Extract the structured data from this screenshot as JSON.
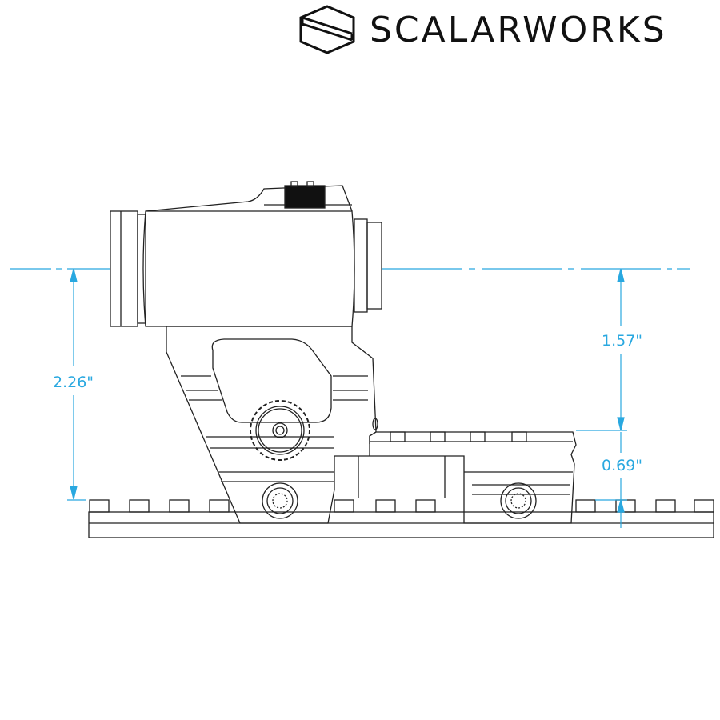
{
  "brand": {
    "name": "SCALARWORKS",
    "logo_icon": "hexagon-s-icon"
  },
  "drawing": {
    "subject": "red dot optic on scalar mount over picatinny rail, side view",
    "line_color": "#222222",
    "dimension_color": "#29a8e0"
  },
  "dimensions": {
    "total_height": {
      "label": "2.26\"",
      "value": 2.26
    },
    "optic_above_mount": {
      "label": "1.57\"",
      "value": 1.57
    },
    "mount_deck_height": {
      "label": "0.69\"",
      "value": 0.69
    }
  }
}
